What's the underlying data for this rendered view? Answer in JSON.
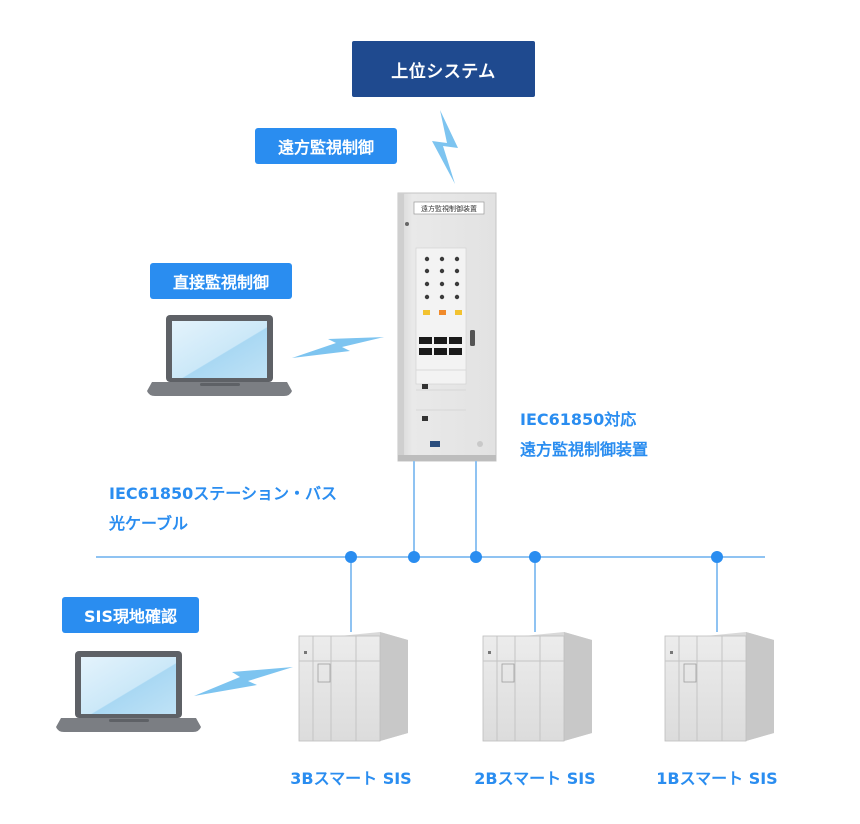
{
  "upper_system": "上位システム",
  "tags": {
    "remote": "遠方監視制御",
    "direct": "直接監視制御",
    "sis_local": "SIS現地確認"
  },
  "device_label": [
    "IEC61850対応",
    "遠方監視制御装置"
  ],
  "bus_label": [
    "IEC61850ステーション・バス",
    "光ケーブル"
  ],
  "panel_title": "遠方監視制御装置",
  "sis_units": [
    "3Bスマート SIS",
    "2Bスマート SIS",
    "1Bスマート SIS"
  ],
  "colors": {
    "accent": "#2a8df0",
    "navy": "#1f4a8f",
    "bus_line": "#8fc3f2",
    "lightning": "#7dc4f0"
  }
}
